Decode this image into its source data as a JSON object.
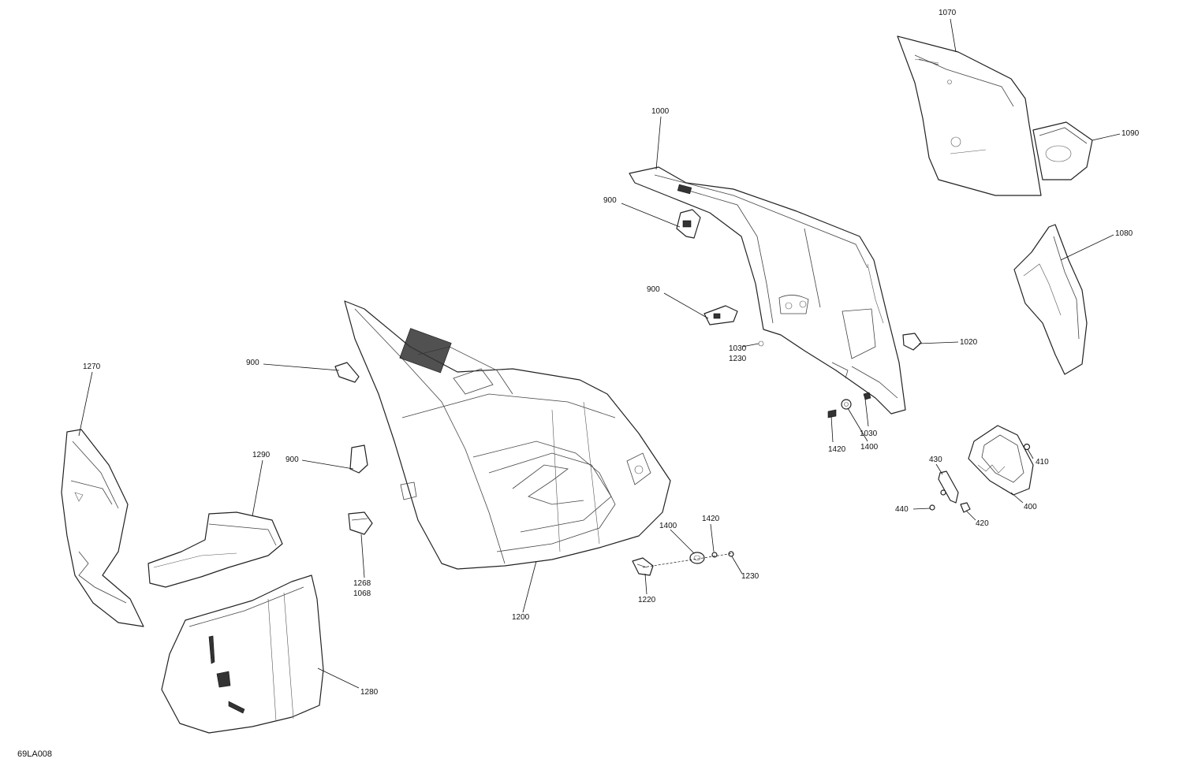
{
  "drawing_code": "69LA008",
  "callouts": {
    "c1070": "1070",
    "c1090": "1090",
    "c1000": "1000",
    "c900a": "900",
    "c1080": "1080",
    "c900b": "900",
    "c1030a": "1030",
    "c1230a": "1230",
    "c1020": "1020",
    "c1270": "1270",
    "c900c": "900",
    "c1030b": "1030",
    "c1420a": "1420",
    "c1400a": "1400",
    "c410": "410",
    "c430": "430",
    "c1290": "1290",
    "c900d": "900",
    "c440": "440",
    "c400": "400",
    "c420": "420",
    "c1420b": "1420",
    "c1400b": "1400",
    "c1268": "1268",
    "c1068": "1068",
    "c1230b": "1230",
    "c1220": "1220",
    "c1200": "1200",
    "c1280": "1280"
  }
}
